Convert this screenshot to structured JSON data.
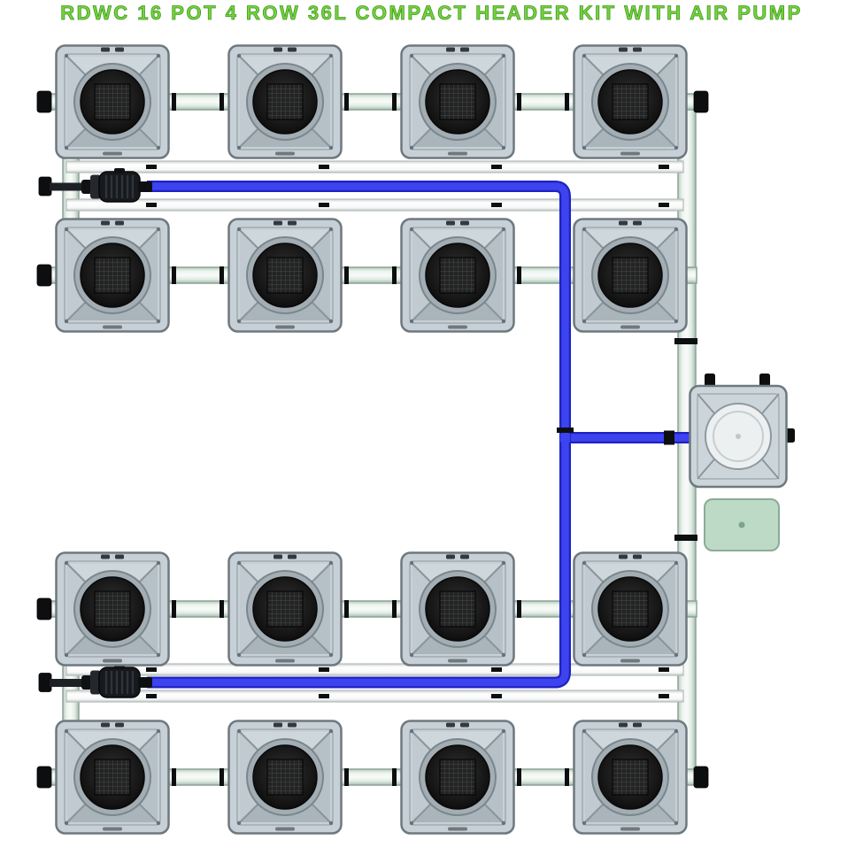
{
  "title": "RDWC 16 POT 4 ROW 36L COMPACT HEADER KIT WITH AIR PUMP",
  "system": {
    "pot_count": 16,
    "row_count": 4,
    "pots_per_row": 4,
    "pot_volume": "36L",
    "header_type": "COMPACT HEADER",
    "includes_air_pump": true
  },
  "components": {
    "pot": "36L grow pot with mesh lid",
    "water_pump": "water pump",
    "inlet_valve": "pump inlet fitting",
    "header_tank": "compact header tank",
    "air_pump": "air pump",
    "row_pipe": "row linking pipe",
    "riser_pipe": "side riser pipe",
    "return_pipe": "return manifold pipe",
    "feed_tube": "blue feed tubing",
    "end_cap": "pipe end cap",
    "clamp": "pipe clamp"
  },
  "colors": {
    "title_green": "#77d23f",
    "pot_body": "#c7d0d6",
    "pot_border": "#6e787f",
    "pipe_edge": "#8fa296",
    "manifold_edge": "#b4bcba",
    "tube_blue": "#3d43ef",
    "tube_blue_dark": "#1e23c0",
    "black_part": "#0d0e10",
    "header_body": "#ccd5da",
    "header_lid": "#edf0f1",
    "airpump_fill": "#bcdac6",
    "airpump_edge": "#8cab96"
  }
}
